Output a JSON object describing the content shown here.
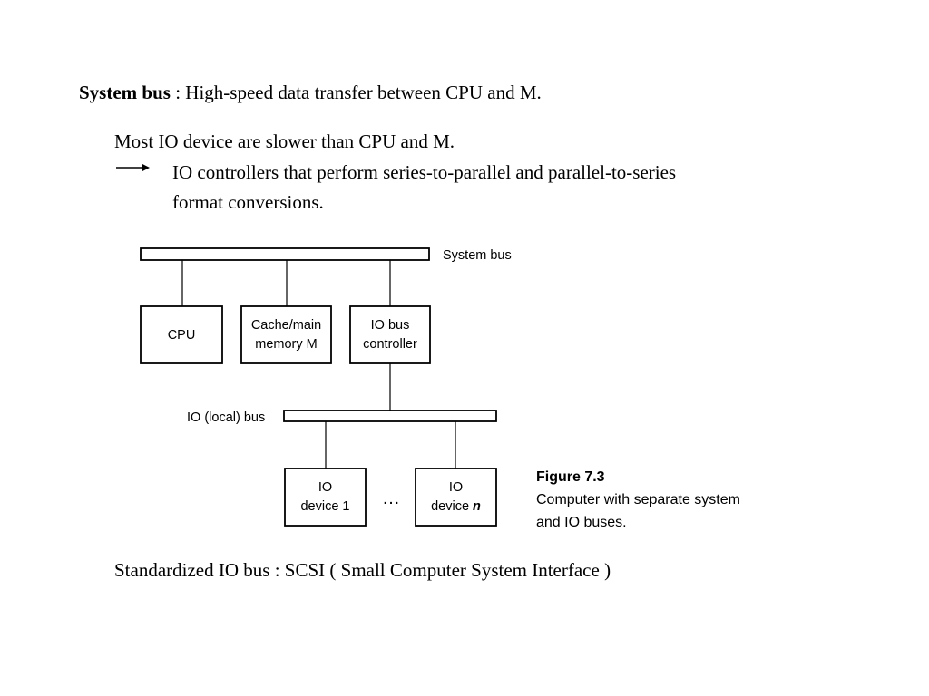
{
  "heading": {
    "term": "System bus",
    "rest": " : High-speed data transfer between CPU and M."
  },
  "point1": "Most IO device are slower than CPU and M.",
  "arrow_icon": "right-arrow-icon",
  "point2_line1": "IO controllers that perform series-to-parallel and parallel-to-series",
  "point2_line2": "format conversions.",
  "diagram": {
    "system_bus_label": "System bus",
    "cpu_label": "CPU",
    "cache_line1": "Cache/main",
    "cache_line2": "memory M",
    "ioctrl_line1": "IO bus",
    "ioctrl_line2": "controller",
    "local_bus_label": "IO (local) bus",
    "dev1_line1": "IO",
    "dev1_line2": "device 1",
    "ellipsis": "…",
    "devn_line1": "IO",
    "devn_line2_prefix": "device ",
    "devn_line2_var": "n"
  },
  "caption": {
    "title": "Figure 7.3",
    "line1": "Computer with separate system",
    "line2": "and IO buses."
  },
  "footer": "Standardized IO bus : SCSI ( Small Computer System Interface )"
}
